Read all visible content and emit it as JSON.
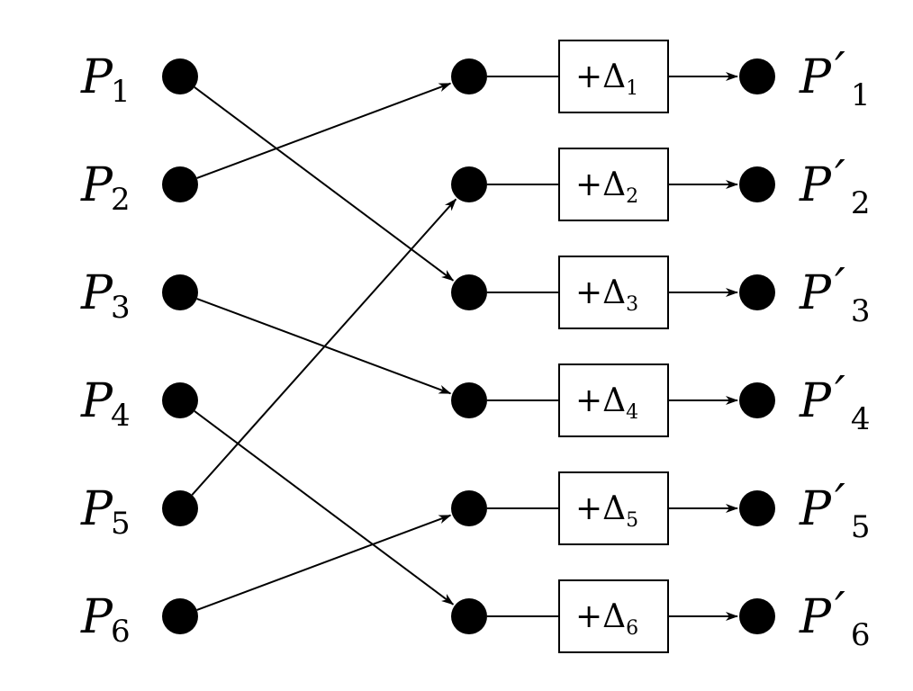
{
  "inputs": [
    {
      "base": "P",
      "sub": "1"
    },
    {
      "base": "P",
      "sub": "2"
    },
    {
      "base": "P",
      "sub": "3"
    },
    {
      "base": "P",
      "sub": "4"
    },
    {
      "base": "P",
      "sub": "5"
    },
    {
      "base": "P",
      "sub": "6"
    }
  ],
  "boxes": [
    {
      "op": "+Δ",
      "sub": "1"
    },
    {
      "op": "+Δ",
      "sub": "2"
    },
    {
      "op": "+Δ",
      "sub": "3"
    },
    {
      "op": "+Δ",
      "sub": "4"
    },
    {
      "op": "+Δ",
      "sub": "5"
    },
    {
      "op": "+Δ",
      "sub": "6"
    }
  ],
  "outputs": [
    {
      "base": "P",
      "prime": "′",
      "sub": "1"
    },
    {
      "base": "P",
      "prime": "′",
      "sub": "2"
    },
    {
      "base": "P",
      "prime": "′",
      "sub": "3"
    },
    {
      "base": "P",
      "prime": "′",
      "sub": "4"
    },
    {
      "base": "P",
      "prime": "′",
      "sub": "5"
    },
    {
      "base": "P",
      "prime": "′",
      "sub": "6"
    }
  ],
  "permutation": [
    {
      "from": 1,
      "to": 3
    },
    {
      "from": 2,
      "to": 1
    },
    {
      "from": 3,
      "to": 4
    },
    {
      "from": 4,
      "to": 6
    },
    {
      "from": 5,
      "to": 2
    },
    {
      "from": 6,
      "to": 5
    }
  ],
  "colors": {
    "stroke": "#000000",
    "node": "#000000",
    "background": "#ffffff"
  }
}
